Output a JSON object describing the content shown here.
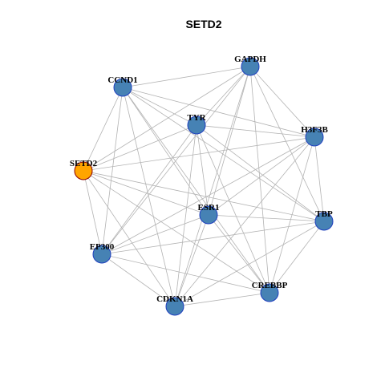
{
  "title": "SETD2",
  "colors": {
    "background": "#ffffff",
    "edge": "#b3b3b3",
    "node_fill": "#4682b4",
    "node_border": "#1f3fbf",
    "focus_fill": "#ffa500",
    "focus_border": "#8b0000"
  },
  "focus_node": "SETD2",
  "nodes": [
    {
      "id": "GAPDH",
      "label": "GAPDH"
    },
    {
      "id": "CCND1",
      "label": "CCND1"
    },
    {
      "id": "TYR",
      "label": "TYR"
    },
    {
      "id": "H3F3B",
      "label": "H3F3B"
    },
    {
      "id": "SETD2",
      "label": "SETD2"
    },
    {
      "id": "ESR1",
      "label": "ESR1"
    },
    {
      "id": "TBP",
      "label": "TBP"
    },
    {
      "id": "EP300",
      "label": "EP300"
    },
    {
      "id": "CREBBP",
      "label": "CREBBP"
    },
    {
      "id": "CDKN1A",
      "label": "CDKN1A"
    }
  ],
  "edges": [
    [
      "GAPDH",
      "CCND1"
    ],
    [
      "GAPDH",
      "TYR"
    ],
    [
      "GAPDH",
      "H3F3B"
    ],
    [
      "GAPDH",
      "SETD2"
    ],
    [
      "GAPDH",
      "ESR1"
    ],
    [
      "GAPDH",
      "TBP"
    ],
    [
      "GAPDH",
      "EP300"
    ],
    [
      "GAPDH",
      "CREBBP"
    ],
    [
      "GAPDH",
      "CDKN1A"
    ],
    [
      "CCND1",
      "TYR"
    ],
    [
      "CCND1",
      "H3F3B"
    ],
    [
      "CCND1",
      "SETD2"
    ],
    [
      "CCND1",
      "ESR1"
    ],
    [
      "CCND1",
      "TBP"
    ],
    [
      "CCND1",
      "EP300"
    ],
    [
      "CCND1",
      "CREBBP"
    ],
    [
      "CCND1",
      "CDKN1A"
    ],
    [
      "TYR",
      "H3F3B"
    ],
    [
      "TYR",
      "SETD2"
    ],
    [
      "TYR",
      "ESR1"
    ],
    [
      "TYR",
      "TBP"
    ],
    [
      "TYR",
      "EP300"
    ],
    [
      "TYR",
      "CREBBP"
    ],
    [
      "TYR",
      "CDKN1A"
    ],
    [
      "H3F3B",
      "SETD2"
    ],
    [
      "H3F3B",
      "ESR1"
    ],
    [
      "H3F3B",
      "TBP"
    ],
    [
      "H3F3B",
      "EP300"
    ],
    [
      "H3F3B",
      "CREBBP"
    ],
    [
      "H3F3B",
      "CDKN1A"
    ],
    [
      "SETD2",
      "ESR1"
    ],
    [
      "SETD2",
      "TBP"
    ],
    [
      "SETD2",
      "EP300"
    ],
    [
      "SETD2",
      "CREBBP"
    ],
    [
      "SETD2",
      "CDKN1A"
    ],
    [
      "ESR1",
      "TBP"
    ],
    [
      "ESR1",
      "EP300"
    ],
    [
      "ESR1",
      "CREBBP"
    ],
    [
      "ESR1",
      "CDKN1A"
    ],
    [
      "TBP",
      "EP300"
    ],
    [
      "TBP",
      "CREBBP"
    ],
    [
      "TBP",
      "CDKN1A"
    ],
    [
      "EP300",
      "CREBBP"
    ],
    [
      "EP300",
      "CDKN1A"
    ],
    [
      "CREBBP",
      "CDKN1A"
    ]
  ]
}
